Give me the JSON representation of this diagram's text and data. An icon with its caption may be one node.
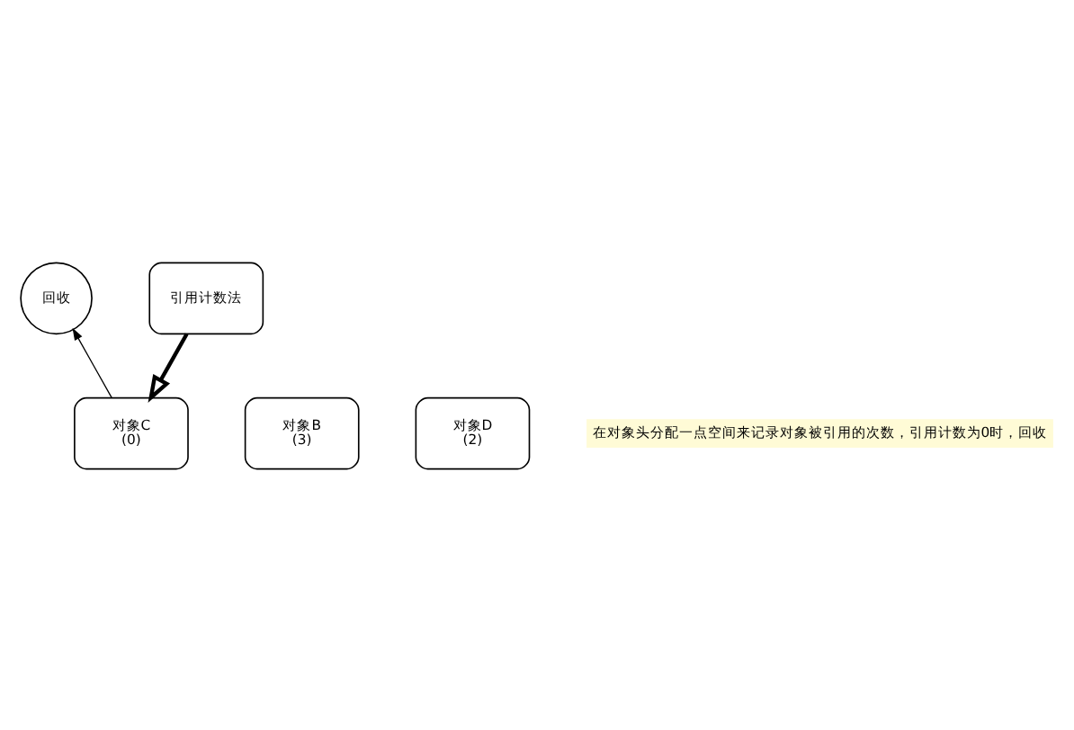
{
  "diagram": {
    "nodes": [
      {
        "text": [
          "回收"
        ]
      },
      {
        "text": [
          "引用计数法"
        ]
      },
      {
        "text": [
          "对象B",
          "(3)"
        ]
      },
      {
        "text": [
          "对象C",
          "(0)"
        ]
      },
      {
        "text": [
          "对象D",
          "(2)"
        ]
      }
    ],
    "edges": [
      {
        "from": 1,
        "to": 3,
        "arrow": "to",
        "style": "thick"
      },
      {
        "from": 3,
        "to": 0,
        "arrow": "to"
      }
    ],
    "labels": [
      "在对象头分配一点空间来记录对象被引用的次数，引用计数为0时，回收"
    ]
  }
}
